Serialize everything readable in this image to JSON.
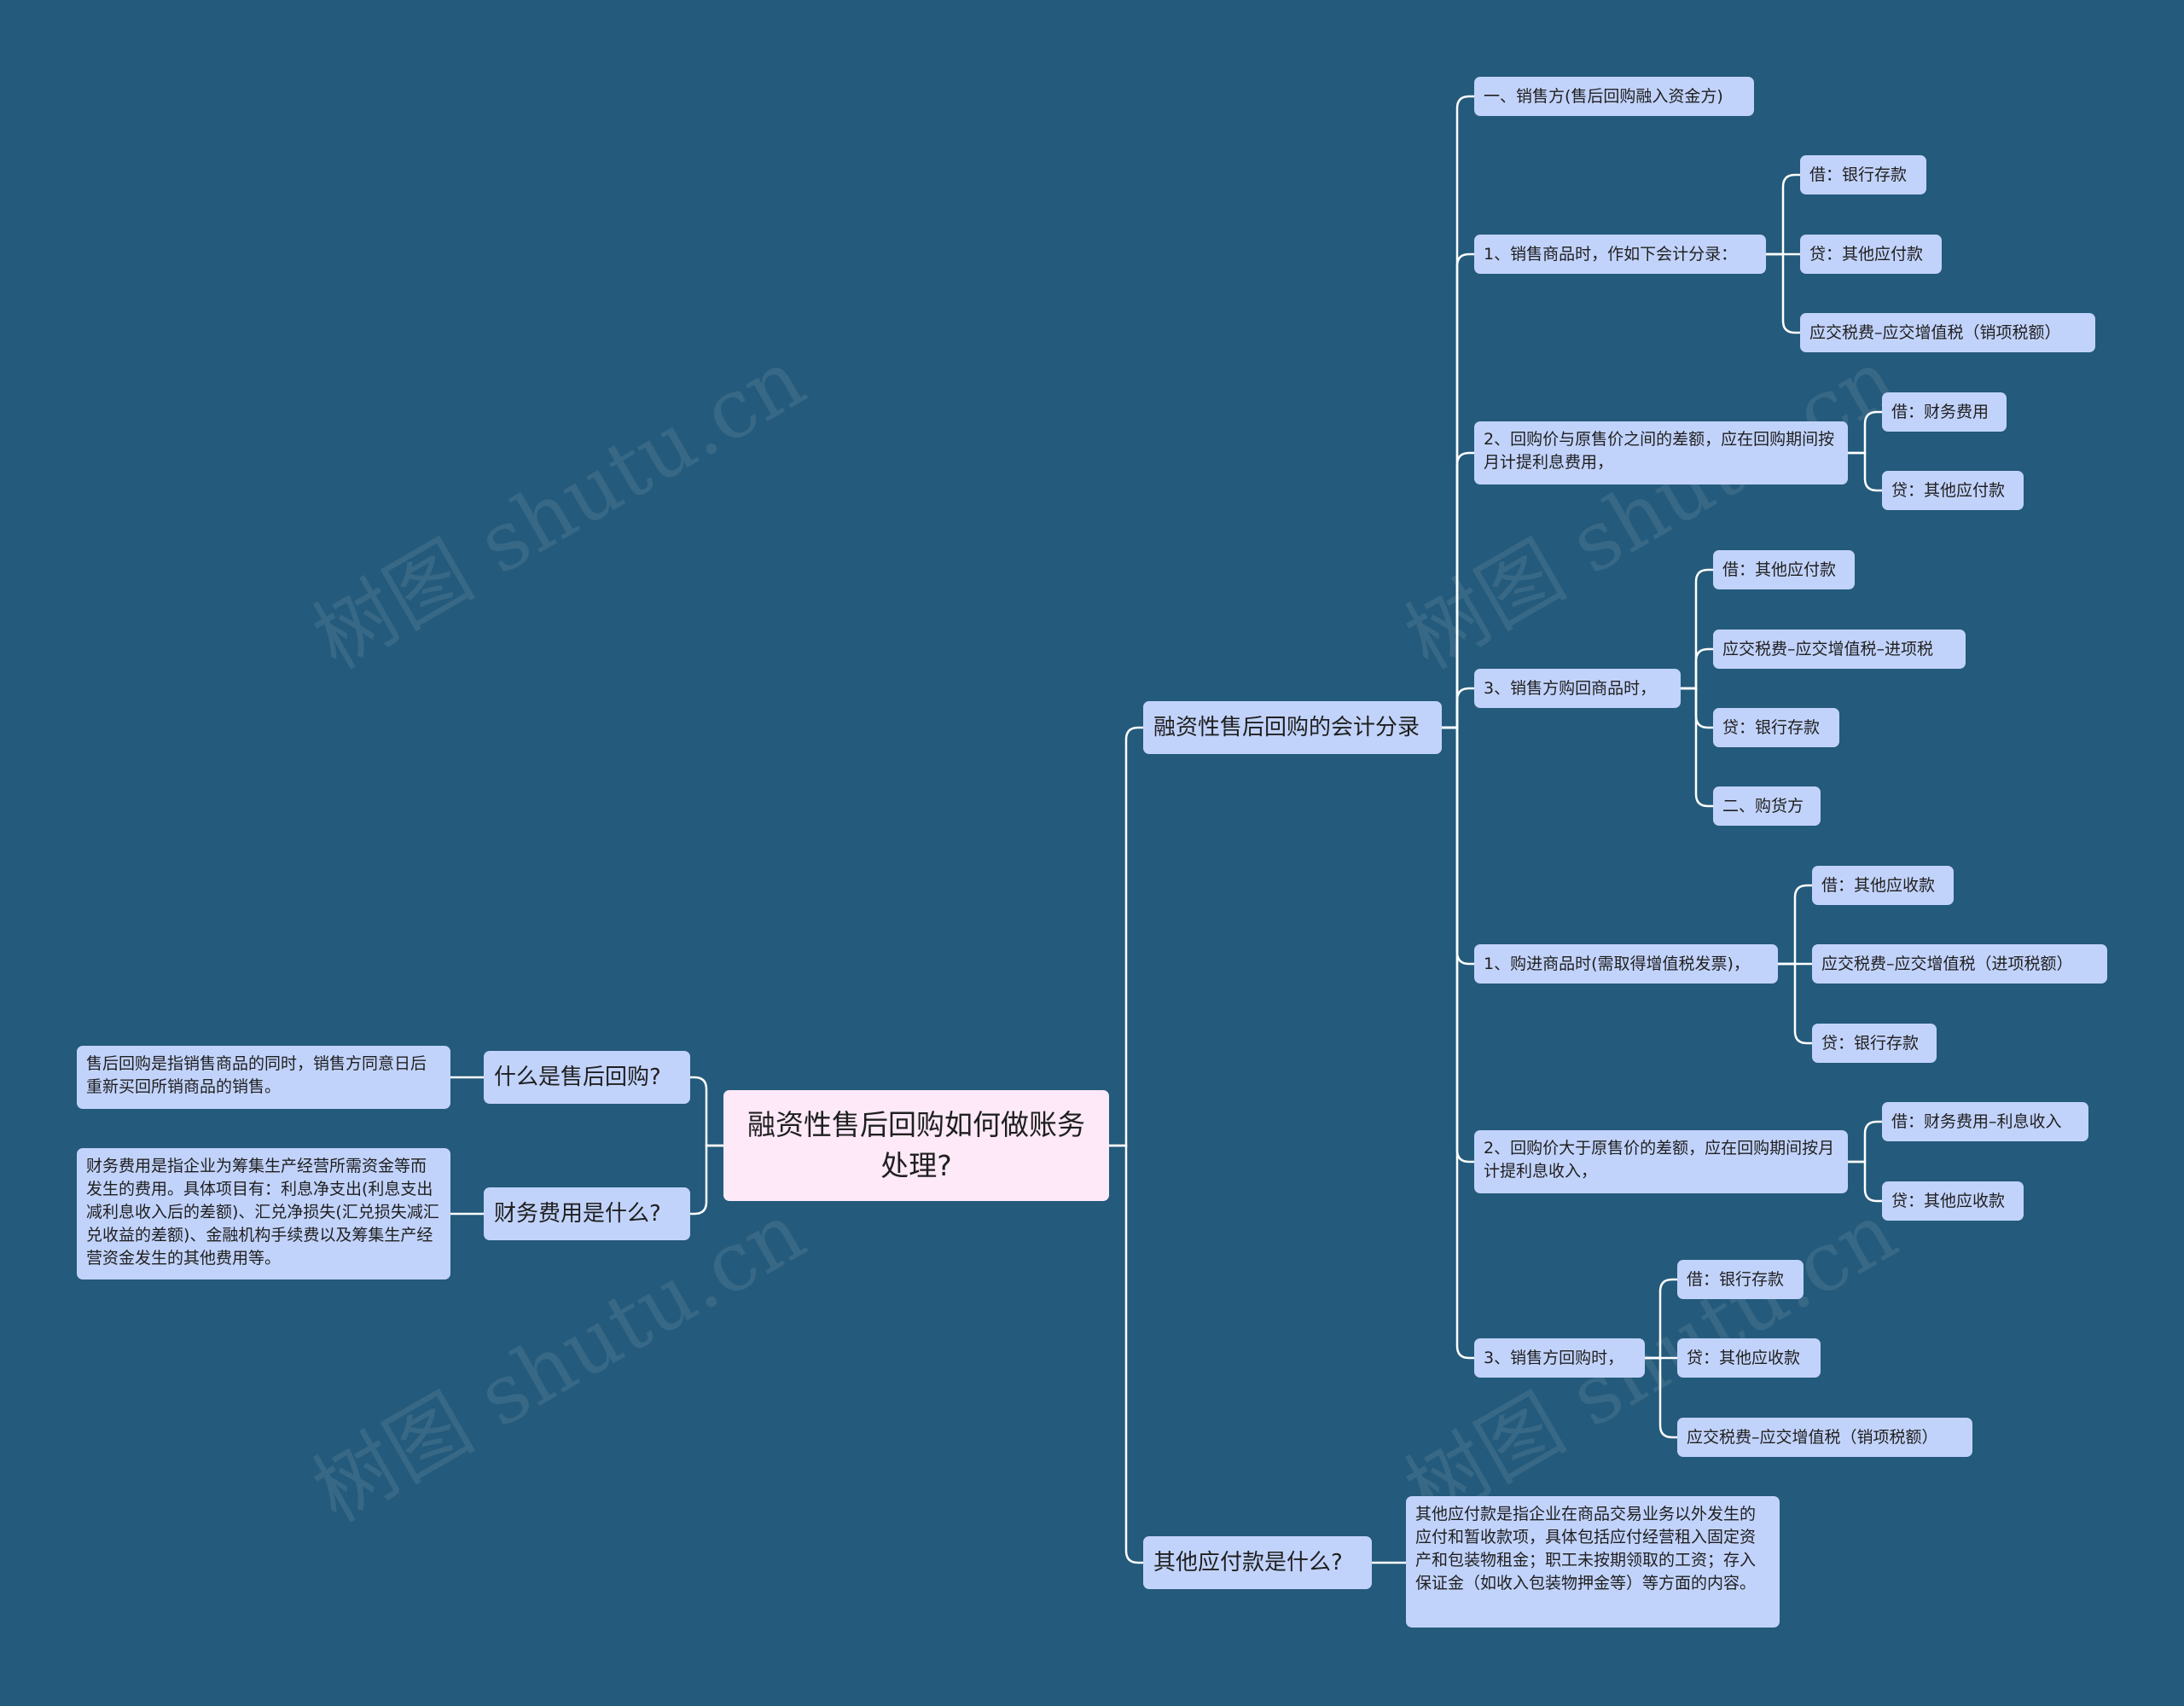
{
  "root": "融资性售后回购如何做账务处理?",
  "watermark": "树图 shutu.cn",
  "colors": {
    "background": "#245a7b",
    "node": "#c2d3fb",
    "root": "#fde9f8",
    "line": "#ffffff"
  },
  "right": {
    "entries": {
      "label": "融资性售后回购的会计分录",
      "items": [
        {
          "label": "一、销售方(售后回购融入资金方)",
          "children": []
        },
        {
          "label": "1、销售商品时，作如下会计分录：",
          "children": [
            "借：银行存款",
            "贷：其他应付款",
            "应交税费–应交增值税（销项税额）"
          ]
        },
        {
          "label": "2、回购价与原售价之间的差额，应在回购期间按月计提利息费用，",
          "children": [
            "借：财务费用",
            "贷：其他应付款"
          ]
        },
        {
          "label": "3、销售方购回商品时，",
          "children": [
            "借：其他应付款",
            "应交税费–应交增值税–进项税",
            "贷：银行存款",
            "二、购货方"
          ]
        },
        {
          "label": "1、购进商品时(需取得增值税发票)，",
          "children": [
            "借：其他应收款",
            "应交税费–应交增值税（进项税额）",
            "贷：银行存款"
          ]
        },
        {
          "label": "2、回购价大于原售价的差额，应在回购期间按月计提利息收入，",
          "children": [
            "借：财务费用–利息收入",
            "贷：其他应收款"
          ]
        },
        {
          "label": "3、销售方回购时，",
          "children": [
            "借：银行存款",
            "贷：其他应收款",
            "应交税费–应交增值税（销项税额）"
          ]
        }
      ]
    },
    "payable": {
      "label": "其他应付款是什么?",
      "text": "其他应付款是指企业在商品交易业务以外发生的应付和暂收款项，具体包括应付经营租入固定资产和包装物租金；职工未按期领取的工资；存入保证金（如收入包装物押金等）等方面的内容。"
    }
  },
  "left": [
    {
      "label": "什么是售后回购?",
      "text": "售后回购是指销售商品的同时，销售方同意日后重新买回所销商品的销售。"
    },
    {
      "label": "财务费用是什么?",
      "text": "财务费用是指企业为筹集生产经营所需资金等而发生的费用。具体项目有：利息净支出(利息支出减利息收入后的差额)、汇兑净损失(汇兑损失减汇兑收益的差额)、金融机构手续费以及筹集生产经营资金发生的其他费用等。"
    }
  ]
}
